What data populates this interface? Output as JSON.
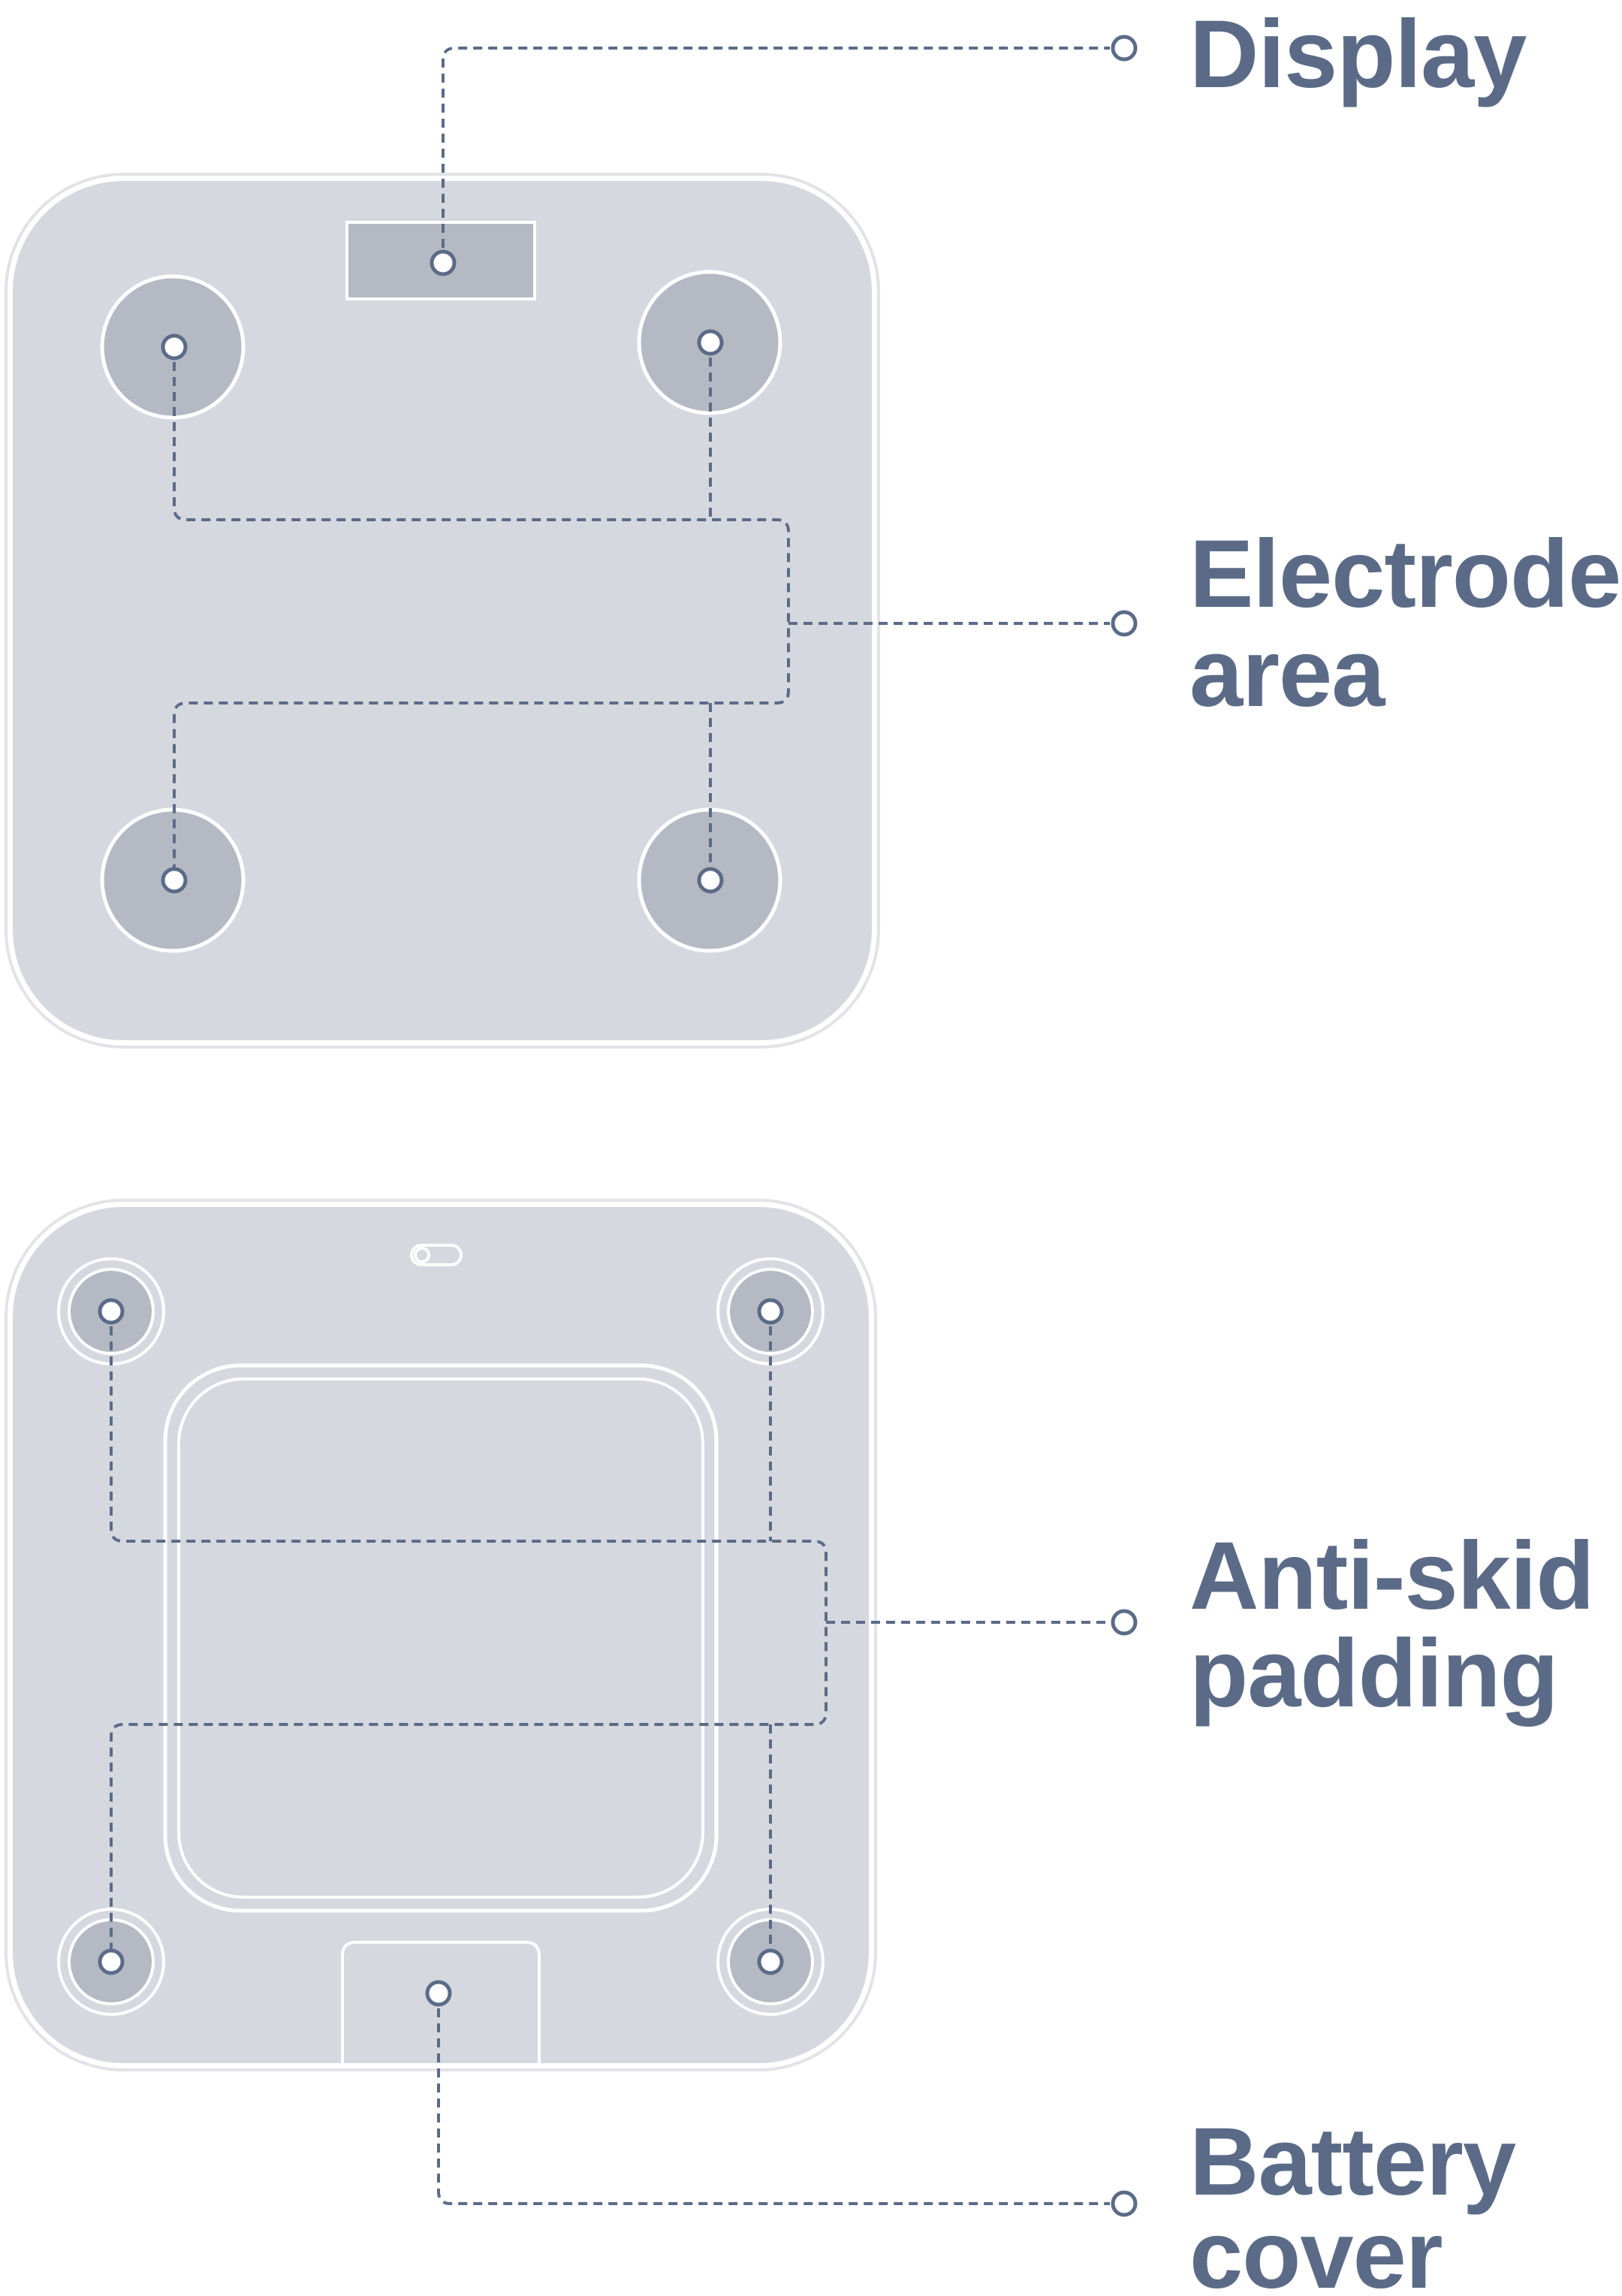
{
  "labels": {
    "display": "Display",
    "electrode_area": [
      "Electrode",
      "area"
    ],
    "anti_skid_padding": [
      "Anti-skid",
      "padding"
    ],
    "battery_cover": [
      "Battery",
      "cover"
    ]
  },
  "colors": {
    "label_text": "#5b6b87",
    "leader_line": "#5b6b87",
    "scale_body": "#d6d8df",
    "scale_edge": "#ffffff",
    "scale_outline": "#cfd1d8",
    "electrode_pad": "#b5b9c3",
    "display_panel": "#b5b9c3"
  }
}
